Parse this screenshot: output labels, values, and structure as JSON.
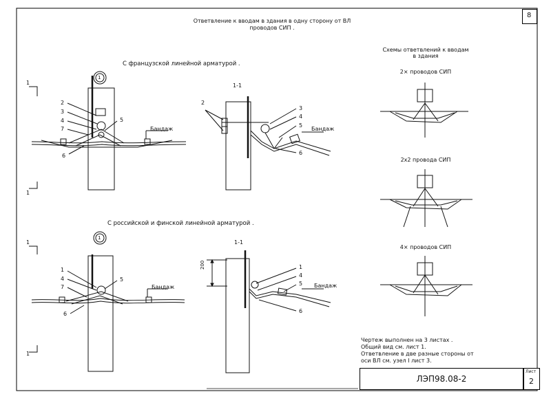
{
  "header": {
    "title_line1": "Ответвление к вводам в здания в одну сторону от ВЛ",
    "title_line2": "проводов СИП .",
    "sheet_corner": "8"
  },
  "section_top": {
    "title": "С французской линейной арматурой .",
    "section_mark": "1",
    "cut_label": "1-1",
    "bandage": "Бандаж"
  },
  "section_bottom": {
    "title": "С российской и финской линейной арматурой .",
    "section_mark": "1",
    "cut_label": "1-1",
    "bandage": "Бандаж",
    "dimension": "200"
  },
  "callouts": {
    "top_left": [
      "2",
      "3",
      "4",
      "7",
      "5",
      "6"
    ],
    "top_right": [
      "2",
      "3",
      "4",
      "5",
      "6"
    ],
    "bottom_left": [
      "1",
      "4",
      "7",
      "5",
      "6"
    ],
    "bottom_right": [
      "1",
      "4",
      "5",
      "6"
    ]
  },
  "cut_marks": {
    "top_upper": "1",
    "top_lower": "1",
    "bottom_upper": "1",
    "bottom_lower": "1"
  },
  "schemes": {
    "title_line1": "Схемы ответвлений к вводам",
    "title_line2": "в здания",
    "items": [
      {
        "label": "2× проводов СИП"
      },
      {
        "label": "2x2 провода СИП"
      },
      {
        "label": "4× проводов СИП"
      }
    ]
  },
  "notes": {
    "line1": "Чертеж выполнен на 3  листах .",
    "line2": "Общий вид см. лист 1.",
    "line3": "Ответвление в две разные стороны от",
    "line4": "оси ВЛ см. узел I лист 3."
  },
  "stamp": {
    "code": "ЛЭП98.08-2",
    "sheet_label": "Лист",
    "sheet_number": "2"
  }
}
